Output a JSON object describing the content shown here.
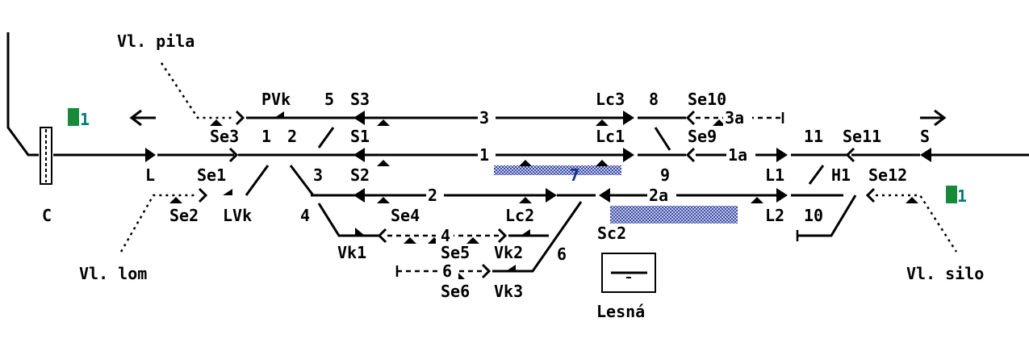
{
  "station": {
    "name": "Lesná",
    "icon": "station-building-icon"
  },
  "colors": {
    "track": "#000000",
    "occupied": "#3a4aa8",
    "signal_indicator": "#178a3a",
    "indicator_text": "#007c7c",
    "route_number": "#1a2f8a"
  },
  "sidings": {
    "pila": "Vl. pila",
    "lom": "Vl. lom",
    "silo": "Vl. silo"
  },
  "indicators": {
    "left_num": "1",
    "right_num": "1"
  },
  "signals": {
    "C": "C",
    "L": "L",
    "S": "S",
    "S1": "S1",
    "S2": "S2",
    "S3": "S3",
    "L1": "L1",
    "L2": "L2",
    "Lc1": "Lc1",
    "Lc2": "Lc2",
    "Lc3": "Lc3",
    "Sc2": "Sc2",
    "Se1": "Se1",
    "Se2": "Se2",
    "Se3": "Se3",
    "Se4": "Se4",
    "Se5": "Se5",
    "Se6": "Se6",
    "Se9": "Se9",
    "Se10": "Se10",
    "Se11": "Se11",
    "Se12": "Se12",
    "H1": "H1",
    "PVk": "PVk",
    "LVk": "LVk",
    "Vk1": "Vk1",
    "Vk2": "Vk2",
    "Vk3": "Vk3"
  },
  "tracks": {
    "t1": "1",
    "t1a": "1a",
    "t2": "2",
    "t2a": "2a",
    "t3": "3",
    "t3a": "3a",
    "t4": "4",
    "t6": "6",
    "t7": "7"
  },
  "switches": {
    "sw1": "1",
    "sw2": "2",
    "sw3": "3",
    "sw4": "4",
    "sw5": "5",
    "sw6": "6",
    "sw8": "8",
    "sw9": "9",
    "sw10": "10",
    "sw11": "11"
  }
}
